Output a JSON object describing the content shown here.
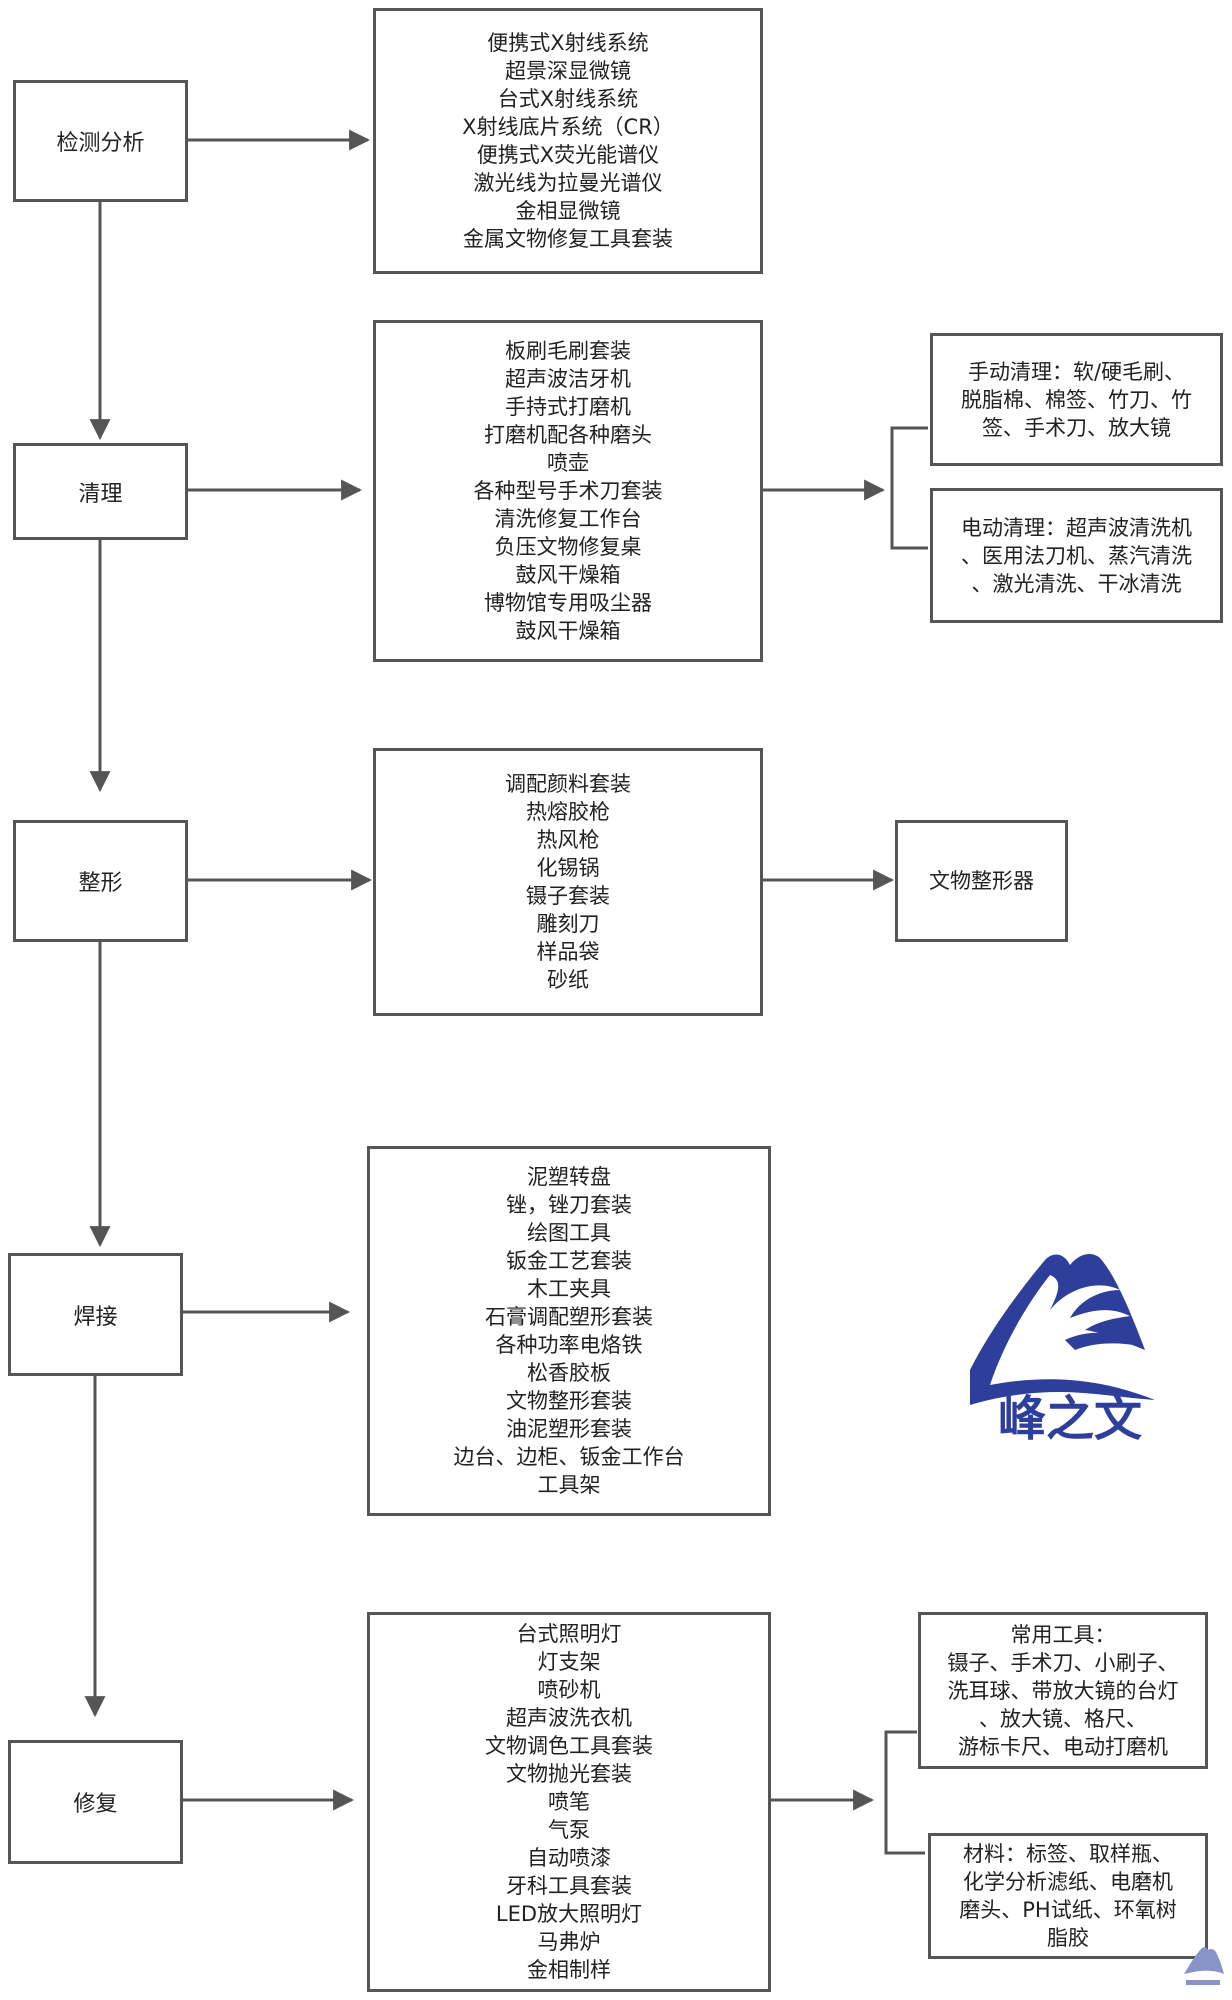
{
  "stages": [
    {
      "label": "检测分析"
    },
    {
      "label": "清理"
    },
    {
      "label": "整形"
    },
    {
      "label": "焊接"
    },
    {
      "label": "修复"
    }
  ],
  "lists": {
    "detect": [
      "便携式X射线系统",
      "超景深显微镜",
      "台式X射线系统",
      "X射线底片系统（CR）",
      "便携式X荧光能谱仪",
      "激光线为拉曼光谱仪",
      "金相显微镜",
      "金属文物修复工具套装"
    ],
    "clean": [
      "板刷毛刷套装",
      "超声波洁牙机",
      "手持式打磨机",
      "打磨机配各种磨头",
      "喷壶",
      "各种型号手术刀套装",
      "清洗修复工作台",
      "负压文物修复桌",
      "鼓风干燥箱",
      "博物馆专用吸尘器",
      "鼓风干燥箱"
    ],
    "shape": [
      "调配颜料套装",
      "热熔胶枪",
      "热风枪",
      "化锡锅",
      "镊子套装",
      "雕刻刀",
      "样品袋",
      "砂纸"
    ],
    "weld": [
      "泥塑转盘",
      "锉，锉刀套装",
      "绘图工具",
      "钣金工艺套装",
      "木工夹具",
      "石膏调配塑形套装",
      "各种功率电烙铁",
      "松香胶板",
      "文物整形套装",
      "油泥塑形套装",
      "边台、边柜、钣金工作台",
      "工具架"
    ],
    "repair": [
      "台式照明灯",
      "灯支架",
      "喷砂机",
      "超声波洗衣机",
      "文物调色工具套装",
      "文物抛光套装",
      "喷笔",
      "气泵",
      "自动喷漆",
      "牙科工具套装",
      "LED放大照明灯",
      "马弗炉",
      "金相制样"
    ]
  },
  "notes": {
    "clean_manual": [
      "手动清理：软/硬毛刷、",
      "脱脂棉、棉签、竹刀、竹",
      "签、手术刀、放大镜"
    ],
    "clean_electric": [
      "电动清理：超声波清洗机",
      "、医用法刀机、蒸汽清洗",
      "、激光清洗、干冰清洗"
    ],
    "shape_tool": [
      "文物整形器"
    ],
    "repair_tools": [
      "常用工具：",
      "镊子、手术刀、小刷子、",
      "洗耳球、带放大镜的台灯",
      "、放大镜、格尺、",
      "游标卡尺、电动打磨机"
    ],
    "repair_materials": [
      "材料：标签、取样瓶、",
      "化学分析滤纸、电磨机",
      "磨头、PH试纸、环氧树",
      "脂胶"
    ]
  },
  "logo": {
    "text": "峰之文"
  },
  "colors": {
    "line": "#555555",
    "logo": "#2d3f9a"
  }
}
